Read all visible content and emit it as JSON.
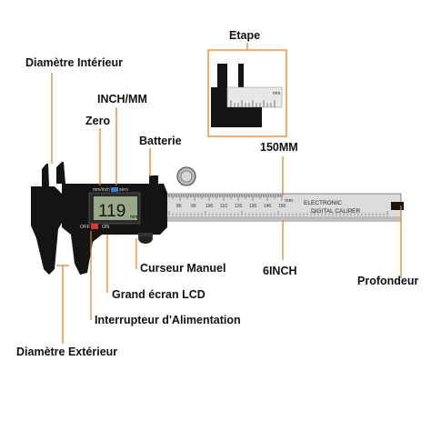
{
  "labels": {
    "etape": "Etape",
    "diametre_interieur": "Diamètre Intérieur",
    "inch_mm": "INCH/MM",
    "zero": "Zero",
    "batterie": "Batterie",
    "mm150": "150MM",
    "curseur_manuel": "Curseur Manuel",
    "inch6": "6INCH",
    "profondeur": "Profondeur",
    "grand_ecran": "Grand écran LCD",
    "interrupteur": "Interrupteur d'Alimentation",
    "diametre_exterieur": "Diamètre Extérieur"
  },
  "device": {
    "lcd_value": "119",
    "lcd_unit": "mm",
    "unit_caption": "mm/inch",
    "zero_caption": "zero",
    "off_caption": "OFF",
    "on_caption": "ON",
    "brand_line1": "ELECTRONIC",
    "brand_line2": "DIGITAL CALIPER",
    "scale_unit": "mm",
    "inset_unit": "mm"
  },
  "colors": {
    "callout": "#e07b2a",
    "body": "#141414",
    "blade": "#dcdcdc",
    "lcd": "#9aa88a"
  }
}
